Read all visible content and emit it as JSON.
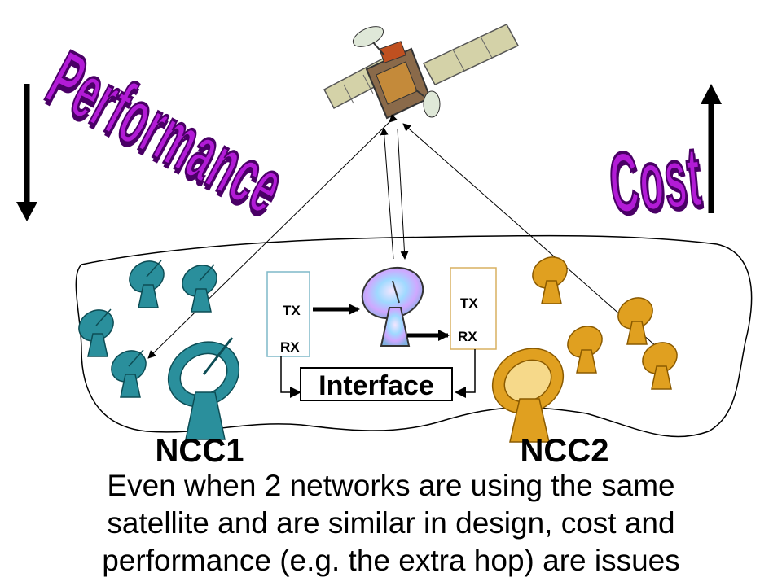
{
  "labels": {
    "performance": "Performance",
    "cost": "Cost",
    "tx_left": "TX",
    "rx_left": "RX",
    "tx_right": "TX",
    "rx_right": "RX",
    "interface": "Interface",
    "ncc1": "NCC1",
    "ncc2": "NCC2"
  },
  "caption": [
    "Even when 2 networks are using the same",
    "satellite and are similar in design, cost and",
    "performance (e.g. the extra hop) are issues"
  ],
  "colors": {
    "ncc1_dish": "#2a8f9c",
    "ncc2_dish": "#e0a020",
    "wordart": "#b21bd6",
    "satellite_panel": "#c9c9a6"
  }
}
